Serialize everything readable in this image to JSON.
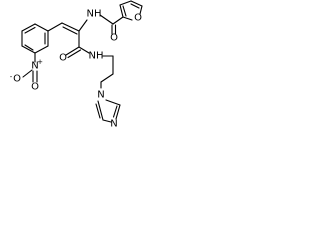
{
  "molecule": {
    "atom_labels": {
      "furan_o": "O",
      "amide_nh_top": "NH",
      "amide_o_top": "O",
      "amide_o_mid": "O",
      "amide_nh_mid": "NH",
      "nitro_n": "N",
      "nitro_n_charge": "+",
      "nitro_o1": "O",
      "nitro_o1_charge": "-",
      "nitro_o2": "O",
      "imidazole_n1": "N",
      "imidazole_n3": "N"
    }
  }
}
